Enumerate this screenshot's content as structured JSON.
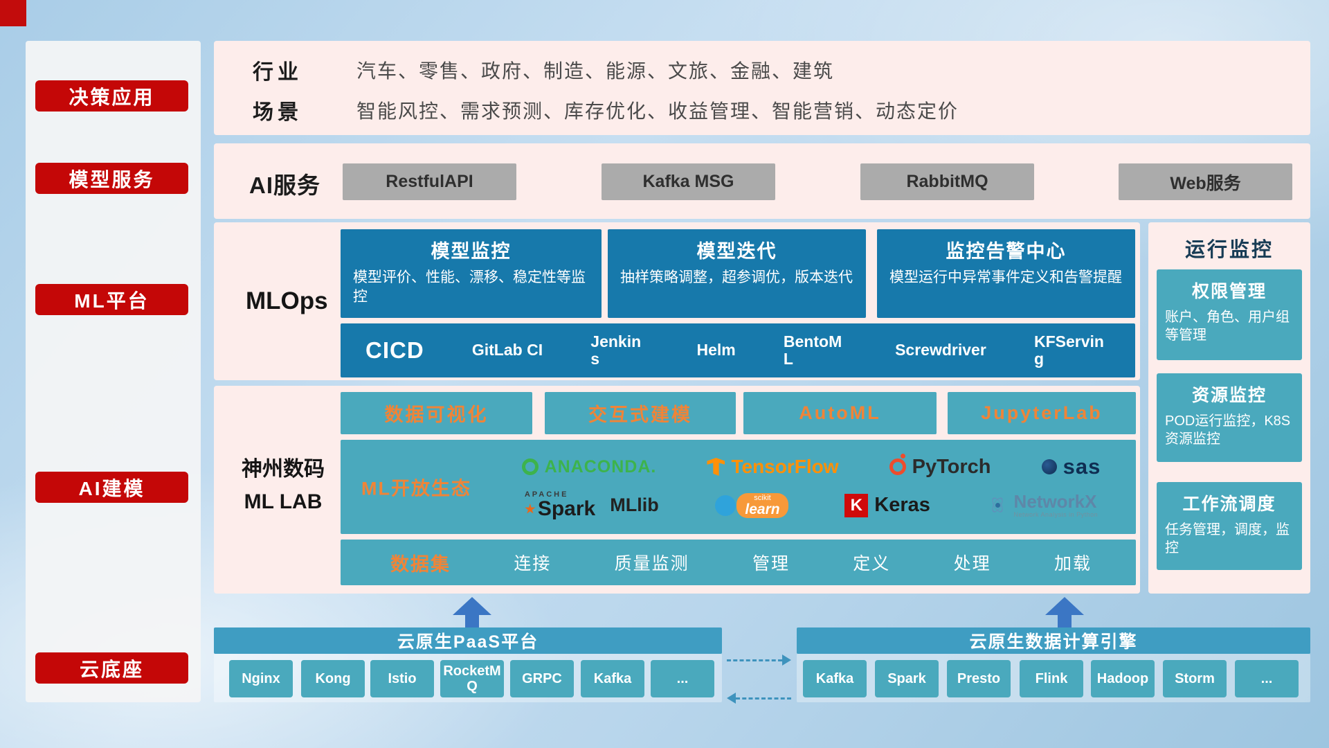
{
  "colors": {
    "accent_red": "#c40707",
    "panel_pink": "#fdedeb",
    "steel_blue": "#1779ab",
    "teal": "#4aa9bd",
    "bar_teal": "#3f9dc2",
    "orange_text": "#f08437"
  },
  "sidebar": {
    "items": [
      "决策应用",
      "模型服务",
      "ML平台",
      "AI建模",
      "云底座"
    ]
  },
  "industry": {
    "rows": [
      {
        "label": "行业",
        "text": "汽车、零售、政府、制造、能源、文旅、金融、建筑"
      },
      {
        "label": "场景",
        "text": "智能风控、需求预测、库存优化、收益管理、智能营销、动态定价"
      }
    ]
  },
  "ai_service": {
    "label": "AI服务",
    "buttons": [
      "RestfulAPI",
      "Kafka MSG",
      "RabbitMQ",
      "Web服务"
    ]
  },
  "mlops": {
    "label": "MLOps",
    "cards": [
      {
        "title": "模型监控",
        "desc": "模型评价、性能、漂移、稳定性等监控"
      },
      {
        "title": "模型迭代",
        "desc": "抽样策略调整，超参调优，版本迭代"
      },
      {
        "title": "监控告警中心",
        "desc": "模型运行中异常事件定义和告警提醒"
      }
    ],
    "cicd_label": "CICD",
    "cicd_tools": [
      "GitLab CI",
      "Jenkins",
      "Helm",
      "BentoML",
      "Screwdriver",
      "KFServing"
    ]
  },
  "monitoring": {
    "title": "运行监控",
    "cards": [
      {
        "title": "权限管理",
        "desc": "账户、角色、用户组等管理"
      },
      {
        "title": "资源监控",
        "desc": "POD运行监控，K8S资源监控"
      },
      {
        "title": "工作流调度",
        "desc": "任务管理，调度，监控"
      }
    ]
  },
  "mllab": {
    "label_line1": "神州数码",
    "label_line2": "ML LAB",
    "top_buttons": [
      "数据可视化",
      "交互式建模",
      "AutoML",
      "JupyterLab"
    ],
    "eco_label": "ML开放生态",
    "logos": {
      "anaconda": "ANACONDA.",
      "tensorflow": "TensorFlow",
      "pytorch": "PyTorch",
      "sas": "sas",
      "spark_apache": "APACHE",
      "spark": "Spark",
      "mllib": "MLlib",
      "scikit_top": "scikit",
      "scikit": "learn",
      "keras_k": "K",
      "keras": "Keras",
      "networkx": "NetworkX",
      "networkx_sub": "Network Analysis in Python"
    },
    "dataset_label": "数据集",
    "dataset_items": [
      "连接",
      "质量监测",
      "管理",
      "定义",
      "处理",
      "加载"
    ]
  },
  "bottom": {
    "paas_title": "云原生PaaS平台",
    "paas_items": [
      "Nginx",
      "Kong",
      "Istio",
      "RocketMQ",
      "GRPC",
      "Kafka",
      "..."
    ],
    "engine_title": "云原生数据计算引擎",
    "engine_items": [
      "Kafka",
      "Spark",
      "Presto",
      "Flink",
      "Hadoop",
      "Storm",
      "..."
    ]
  }
}
